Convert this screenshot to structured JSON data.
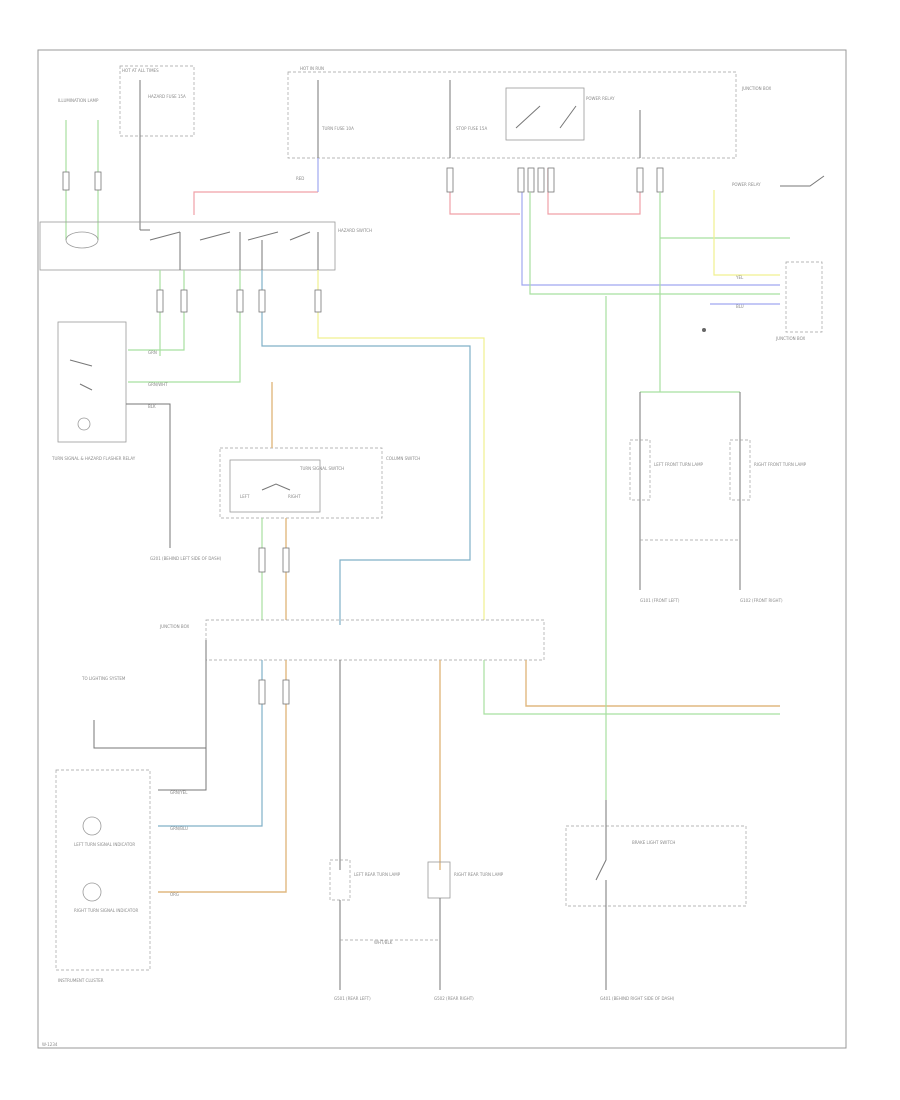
{
  "labels": {
    "illumination_lamp": "ILLUMINATION LAMP",
    "hazard_switch": "HAZARD SWITCH",
    "turn_signal_flasher": "TURN SIGNAL & HAZARD FLASHER RELAY",
    "ground_dash": "G201 (BEHIND LEFT SIDE OF DASH)",
    "turn_signal_switch": "TURN SIGNAL SWITCH",
    "column_switch": "COLUMN SWITCH",
    "junction_box": "JUNCTION BOX",
    "instrument_cluster": "INSTRUMENT CLUSTER",
    "left_turn_indicator": "LEFT TURN SIGNAL INDICATOR",
    "right_turn_indicator": "RIGHT TURN SIGNAL INDICATOR",
    "front_left_lamp": "LEFT FRONT TURN LAMP",
    "front_right_lamp": "RIGHT FRONT TURN LAMP",
    "rear_left_lamp": "LEFT REAR TURN LAMP",
    "rear_right_lamp": "RIGHT REAR TURN LAMP",
    "brake_switch": "BRAKE LIGHT SWITCH",
    "power_relay": "POWER RELAY",
    "ground_front_left": "G101 (FRONT LEFT)",
    "ground_front_right": "G102 (FRONT RIGHT)",
    "ground_rear_left": "G501 (REAR LEFT)",
    "ground_rear_right": "G502 (REAR RIGHT)",
    "ground_brake": "G401 (BEHIND RIGHT SIDE OF DASH)",
    "to_lighting": "TO LIGHTING SYSTEM",
    "left": "LEFT",
    "right": "RIGHT",
    "hot_at_all_times": "HOT AT ALL TIMES",
    "hot_in_run": "HOT IN RUN",
    "fuse_turn": "TURN FUSE 10A",
    "fuse_hazard": "HAZARD FUSE 15A",
    "fuse_stop": "STOP FUSE 15A",
    "page_id": "W-1234"
  },
  "wires": {
    "grn_wht": "GRN/WHT",
    "grn_yel": "GRN/YEL",
    "grn_blu": "GRN/BLU",
    "blk": "BLK",
    "wht_blk": "WHT/BLK",
    "grn": "GRN",
    "red": "RED",
    "blu": "BLU",
    "yel": "YEL",
    "org": "ORG"
  }
}
